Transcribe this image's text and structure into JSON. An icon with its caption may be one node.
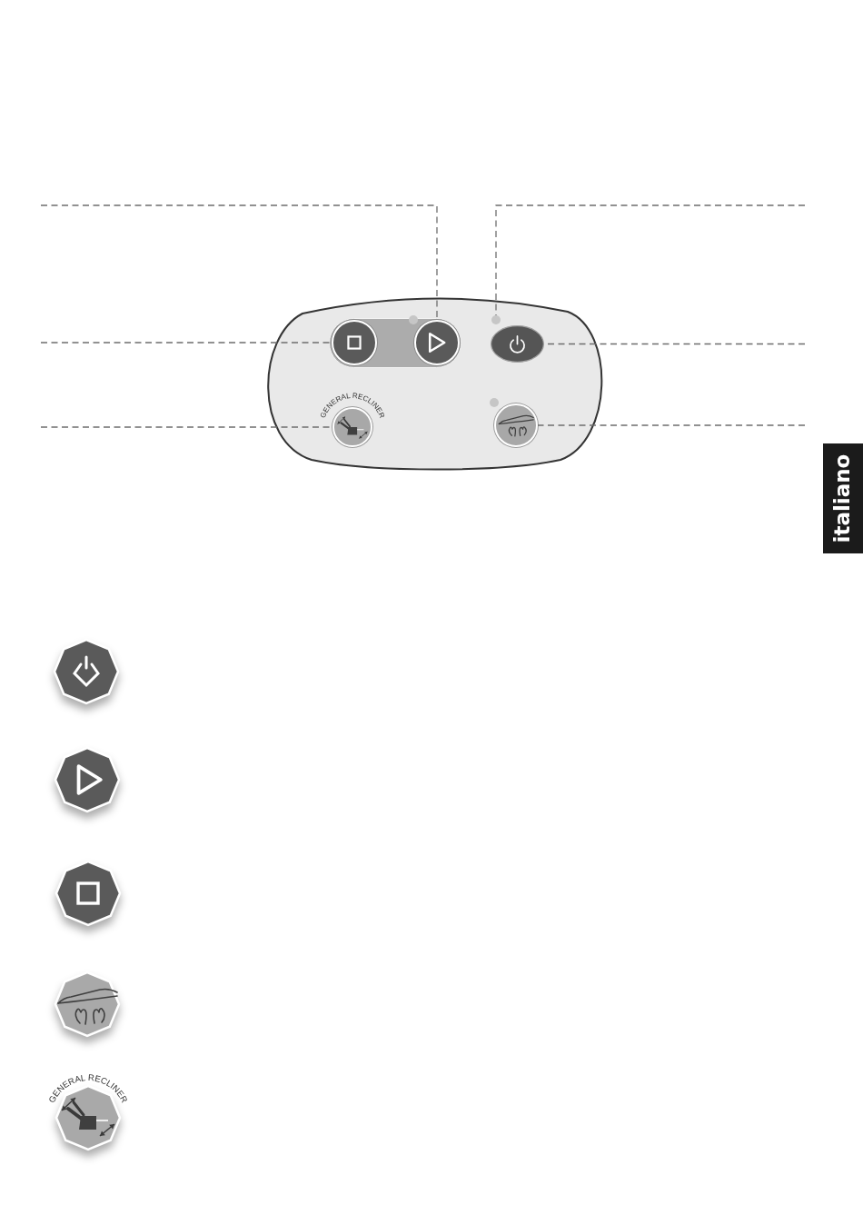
{
  "diagram": {
    "nodes": [
      {
        "text": [],
        "shape": "oval"
      },
      {
        "text": [],
        "shape": "circle",
        "in": 0
      },
      {
        "text": [],
        "shape": "circle",
        "in": 0
      },
      {
        "text": [],
        "shape": "circle",
        "in": 0
      },
      {
        "text": [],
        "shape": "oval",
        "in": 0
      },
      {
        "text": [],
        "shape": "circle",
        "in": 0
      },
      {
        "text": [],
        "shape": "circle",
        "in": 0
      }
    ],
    "edges": [
      {
        "from": null,
        "to": 2,
        "arrow": "none",
        "style": "dashed"
      },
      {
        "from": null,
        "to": 3,
        "arrow": "none",
        "style": "dashed"
      },
      {
        "from": null,
        "to": 1,
        "arrow": "none",
        "style": "dashed"
      },
      {
        "from": null,
        "to": 4,
        "arrow": "none",
        "style": "dashed"
      },
      {
        "from": null,
        "to": 5,
        "arrow": "none",
        "style": "dashed"
      },
      {
        "from": null,
        "to": 6,
        "arrow": "none",
        "style": "dashed"
      }
    ],
    "labels": [
      "GENERAL RECLINER",
      "italiano",
      "GENERAL RECLINER"
    ]
  }
}
